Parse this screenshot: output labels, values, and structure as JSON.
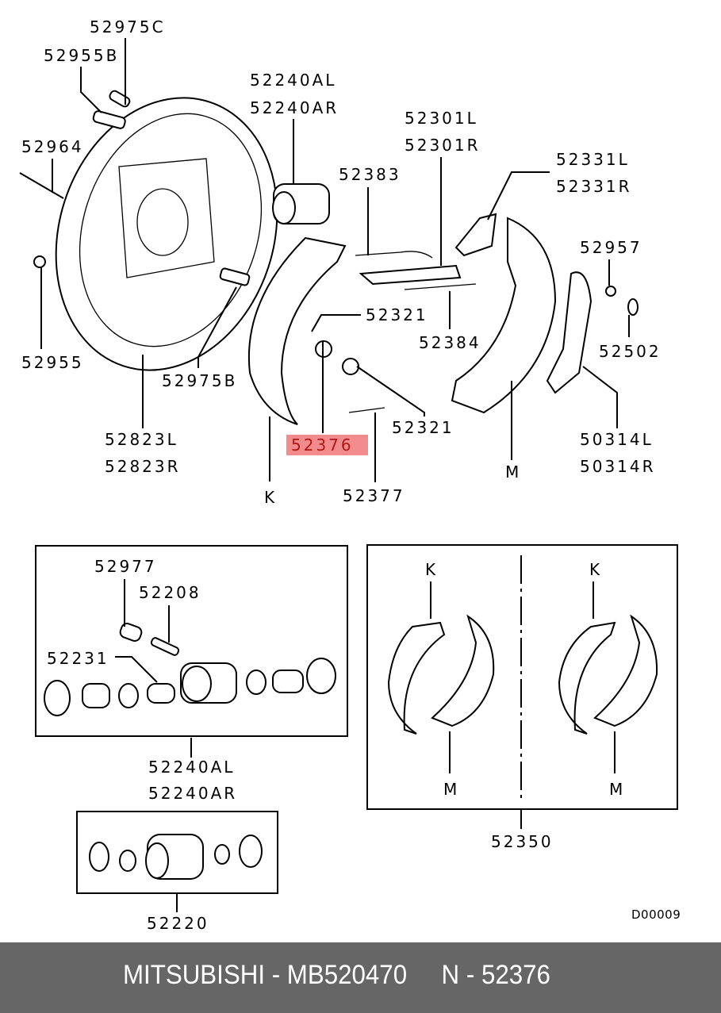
{
  "diagram": {
    "title": "Rear brake drum assembly parts diagram",
    "labels": {
      "p52975C": "52975C",
      "p52955B": "52955B",
      "p52964": "52964",
      "p52955": "52955",
      "p52240AL": "52240AL",
      "p52240AR": "52240AR",
      "p52383": "52383",
      "p52301L": "52301L",
      "p52301R": "52301R",
      "p52331L": "52331L",
      "p52331R": "52331R",
      "p52957": "52957",
      "p52502": "52502",
      "p52321a": "52321",
      "p52384": "52384",
      "p52321b": "52321",
      "p52975B": "52975B",
      "p52823L": "52823L",
      "p52823R": "52823R",
      "p52376": "52376",
      "p52377": "52377",
      "pK": "K",
      "pM": "M",
      "p50314L": "50314L",
      "p50314R": "50314R"
    },
    "highlighted_part": "52376",
    "inset_cylinder": {
      "labels": {
        "p52977": "52977",
        "p52208": "52208",
        "p52231": "52231"
      },
      "assembly_l": "52240AL",
      "assembly_r": "52240AR"
    },
    "inset_shoes": {
      "left_k": "K",
      "left_m": "M",
      "right_k": "K",
      "right_m": "M",
      "assembly": "52350"
    },
    "inset_kit": {
      "assembly": "52220"
    },
    "drawing_code": "D00009"
  },
  "footer": {
    "text": "MITSUBISHI - MB520470     N - 52376",
    "background": "#666666",
    "highlight_color": "#f28b8b"
  }
}
